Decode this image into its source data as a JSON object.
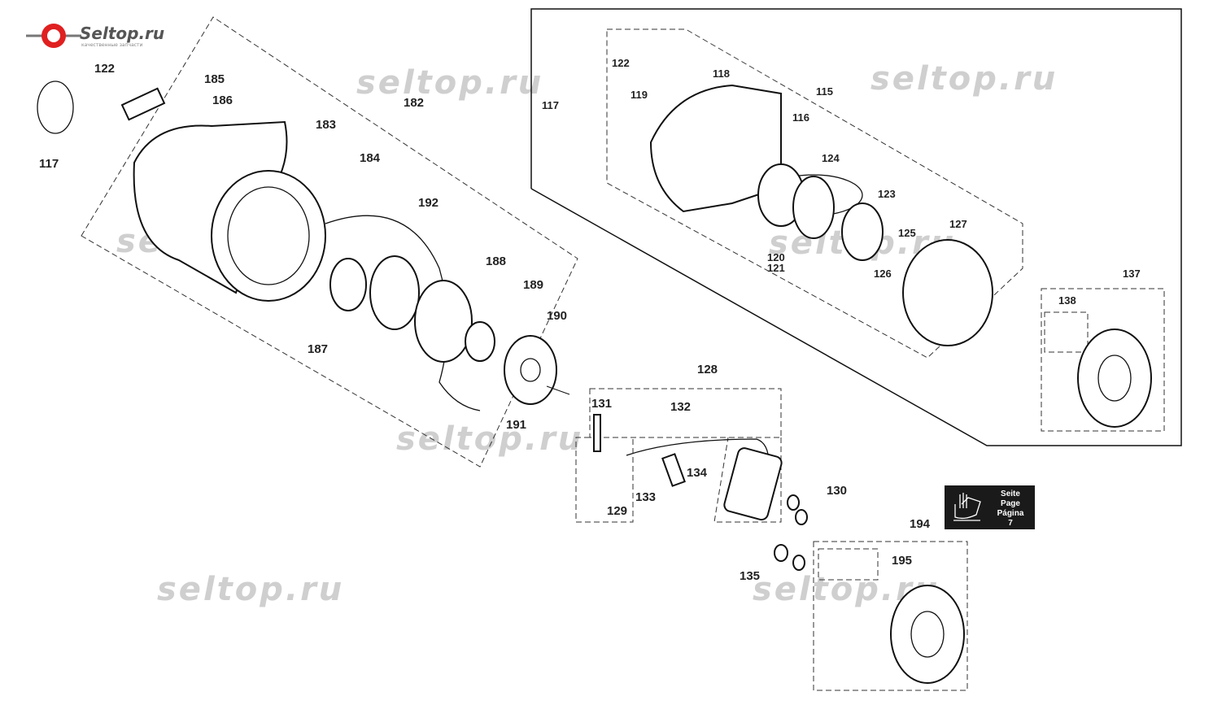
{
  "logo": {
    "name": "Seltop.ru",
    "tagline": "качественные запчасти",
    "accent": "#e02020"
  },
  "watermark": "seltop.ru",
  "labels_left": [
    "122",
    "185",
    "186",
    "183",
    "117",
    "182",
    "184",
    "192",
    "188",
    "189",
    "190",
    "187",
    "191"
  ],
  "labels_ignition": [
    "128",
    "131",
    "132",
    "134",
    "133",
    "130",
    "129",
    "194",
    "195",
    "135"
  ],
  "labels_right": [
    "122",
    "118",
    "117",
    "119",
    "115",
    "116",
    "124",
    "123",
    "127",
    "125",
    "120",
    "121",
    "126",
    "137",
    "138"
  ],
  "page_ref": {
    "line1": "Seite",
    "line2": "Page",
    "line3": "Página",
    "number": "7",
    "icon": "hand-on-part-icon"
  }
}
